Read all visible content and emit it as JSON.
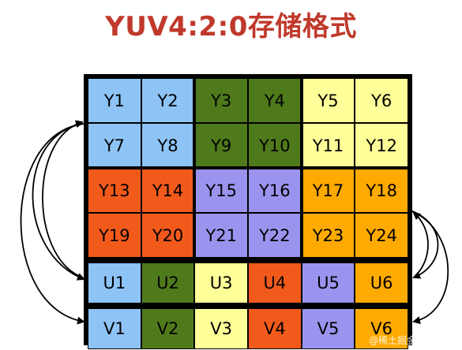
{
  "title": "YUV4:2:0存储格式",
  "watermark": "@稀土掘金技术社区",
  "colors": {
    "title": "#c0392b",
    "light_blue": "#8ec3f5",
    "dark_green": "#4f7a1c",
    "light_yellow": "#ffff99",
    "red_orange": "#f25a1c",
    "lavender": "#9a94ee",
    "orange": "#ffaa00"
  },
  "grid": {
    "y_rows": [
      [
        {
          "label": "Y1",
          "color": "light_blue"
        },
        {
          "label": "Y2",
          "color": "light_blue"
        },
        {
          "label": "Y3",
          "color": "dark_green"
        },
        {
          "label": "Y4",
          "color": "dark_green"
        },
        {
          "label": "Y5",
          "color": "light_yellow"
        },
        {
          "label": "Y6",
          "color": "light_yellow"
        }
      ],
      [
        {
          "label": "Y7",
          "color": "light_blue"
        },
        {
          "label": "Y8",
          "color": "light_blue"
        },
        {
          "label": "Y9",
          "color": "dark_green"
        },
        {
          "label": "Y10",
          "color": "dark_green"
        },
        {
          "label": "Y11",
          "color": "light_yellow"
        },
        {
          "label": "Y12",
          "color": "light_yellow"
        }
      ],
      [
        {
          "label": "Y13",
          "color": "red_orange"
        },
        {
          "label": "Y14",
          "color": "red_orange"
        },
        {
          "label": "Y15",
          "color": "lavender"
        },
        {
          "label": "Y16",
          "color": "lavender"
        },
        {
          "label": "Y17",
          "color": "orange"
        },
        {
          "label": "Y18",
          "color": "orange"
        }
      ],
      [
        {
          "label": "Y19",
          "color": "red_orange"
        },
        {
          "label": "Y20",
          "color": "red_orange"
        },
        {
          "label": "Y21",
          "color": "lavender"
        },
        {
          "label": "Y22",
          "color": "lavender"
        },
        {
          "label": "Y23",
          "color": "orange"
        },
        {
          "label": "Y24",
          "color": "orange"
        }
      ]
    ],
    "u_row": [
      {
        "label": "U1",
        "color": "light_blue"
      },
      {
        "label": "U2",
        "color": "dark_green"
      },
      {
        "label": "U3",
        "color": "light_yellow"
      },
      {
        "label": "U4",
        "color": "red_orange"
      },
      {
        "label": "U5",
        "color": "lavender"
      },
      {
        "label": "U6",
        "color": "orange"
      }
    ],
    "v_row": [
      {
        "label": "V1",
        "color": "light_blue"
      },
      {
        "label": "V2",
        "color": "dark_green"
      },
      {
        "label": "V3",
        "color": "light_yellow"
      },
      {
        "label": "V4",
        "color": "red_orange"
      },
      {
        "label": "V5",
        "color": "lavender"
      },
      {
        "label": "V6",
        "color": "orange"
      }
    ]
  }
}
